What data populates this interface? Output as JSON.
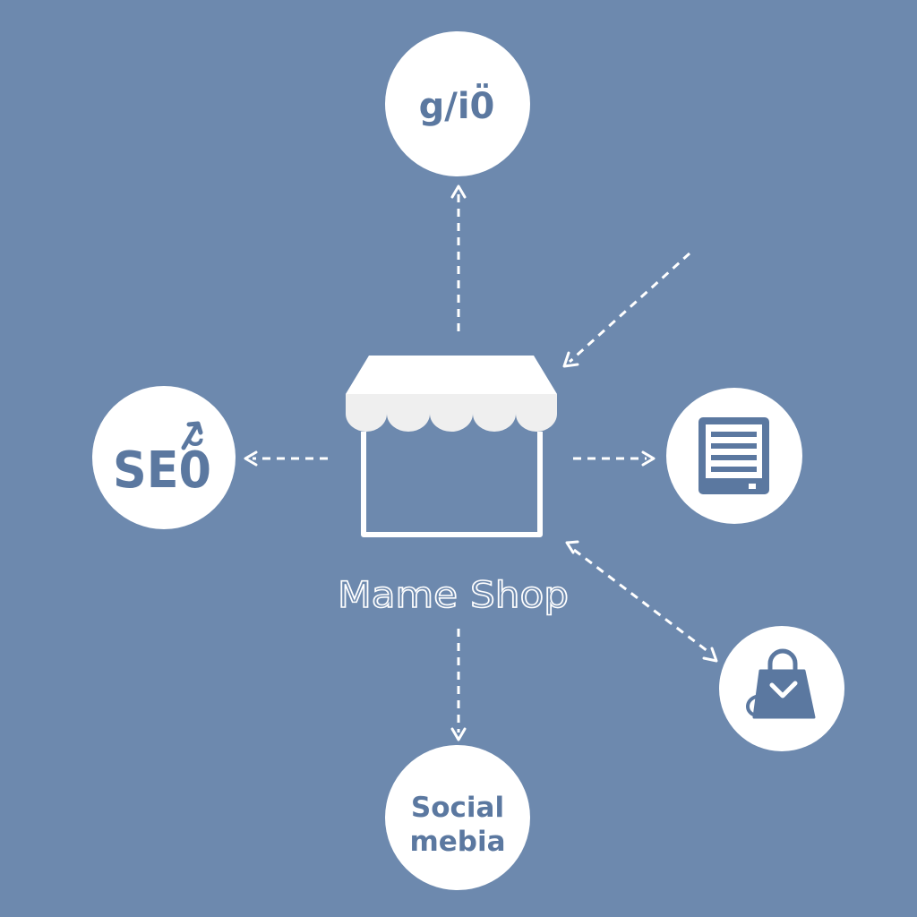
{
  "center": {
    "name": "Mame Shop"
  },
  "nodes": {
    "top": {
      "label": "g/i0̈"
    },
    "left": {
      "label": "SE0̆"
    },
    "right": {
      "icon": "document-list-icon"
    },
    "bottom_right": {
      "icon": "shopping-bag-check-icon"
    },
    "bottom": {
      "line1": "Social",
      "line2": "mebia"
    }
  },
  "colors": {
    "background": "#6d89ae",
    "node_fill": "#ffffff",
    "node_ink": "#5b78a0",
    "lines": "#ffffff"
  }
}
